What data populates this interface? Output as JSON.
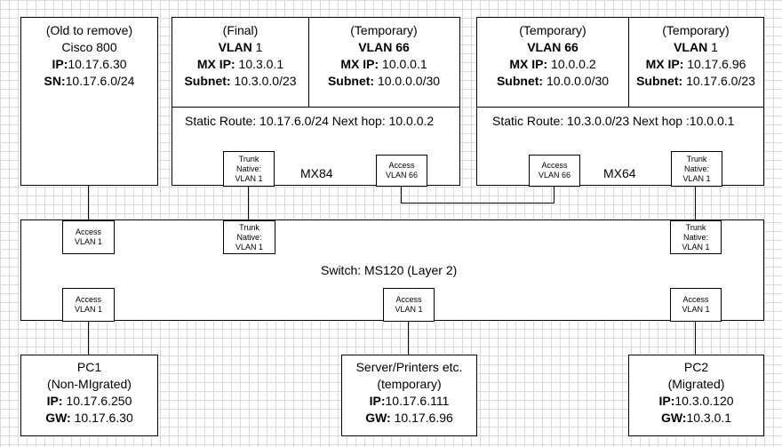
{
  "cisco800": {
    "title": "(Old to remove)",
    "model": "Cisco 800",
    "ip_label": "IP:",
    "ip": "10.17.6.30",
    "sn_label": "SN:",
    "sn": "10.17.6.0/24"
  },
  "mx84": {
    "name": "MX84",
    "left": {
      "title": "(Final)",
      "vlan_label": "VLAN",
      "vlan": "1",
      "mxip_label": "MX IP:",
      "mxip": "10.3.0.1",
      "subnet_label": "Subnet:",
      "subnet": "10.3.0.0/23"
    },
    "right": {
      "title": "(Temporary)",
      "vlan_label": "VLAN",
      "vlan": "66",
      "mxip_label": "MX IP:",
      "mxip": "10.0.0.1",
      "subnet_label": "Subnet:",
      "subnet": "10.0.0.0/30"
    },
    "static_route": "Static Route: 10.17.6.0/24 Next hop: 10.0.0.2",
    "port_trunk": [
      "Trunk",
      "Native:",
      "VLAN 1"
    ],
    "port_access": [
      "Access",
      "VLAN 66"
    ]
  },
  "mx64": {
    "name": "MX64",
    "left": {
      "title": "(Temporary)",
      "vlan_label": "VLAN",
      "vlan": "66",
      "mxip_label": "MX IP:",
      "mxip": "10.0.0.2",
      "subnet_label": "Subnet:",
      "subnet": "10.0.0.0/30"
    },
    "right": {
      "title": "(Temporary)",
      "vlan_label": "VLAN",
      "vlan": "1",
      "mxip_label": "MX IP:",
      "mxip": "10.17.6.96",
      "subnet_label": "Subnet:",
      "subnet": "10.17.6.0/23"
    },
    "static_route": "Static Route: 10.3.0.0/23 Next hop :10.0.0.1",
    "port_access": [
      "Access",
      "VLAN 66"
    ],
    "port_trunk": [
      "Trunk",
      "Native:",
      "VLAN 1"
    ]
  },
  "switch": {
    "label": "Switch: MS120 (Layer 2)",
    "port_access_top": [
      "Access",
      "VLAN 1"
    ],
    "port_trunk_mx84": [
      "Trunk",
      "Native:",
      "VLAN 1"
    ],
    "port_trunk_mx64": [
      "Trunk",
      "Native:",
      "VLAN 1"
    ],
    "port_access_pc1": [
      "Access",
      "VLAN 1"
    ],
    "port_access_server": [
      "Access",
      "VLAN 1"
    ],
    "port_access_pc2": [
      "Access",
      "VLAN 1"
    ]
  },
  "pc1": {
    "name": "PC1",
    "note": "(Non-MIgrated)",
    "ip_label": "IP:",
    "ip": "10.17.6.250",
    "gw_label": "GW:",
    "gw": "10.17.6.30"
  },
  "server": {
    "name": "Server/Printers etc.",
    "note": "(temporary)",
    "ip_label": "IP:",
    "ip": "10.17.6.111",
    "gw_label": "GW:",
    "gw": "10.17.6.96"
  },
  "pc2": {
    "name": "PC2",
    "note": "(Migrated)",
    "ip_label": "IP:",
    "ip": "10.3.0.120",
    "gw_label": "GW:",
    "gw": "10.3.0.1"
  }
}
